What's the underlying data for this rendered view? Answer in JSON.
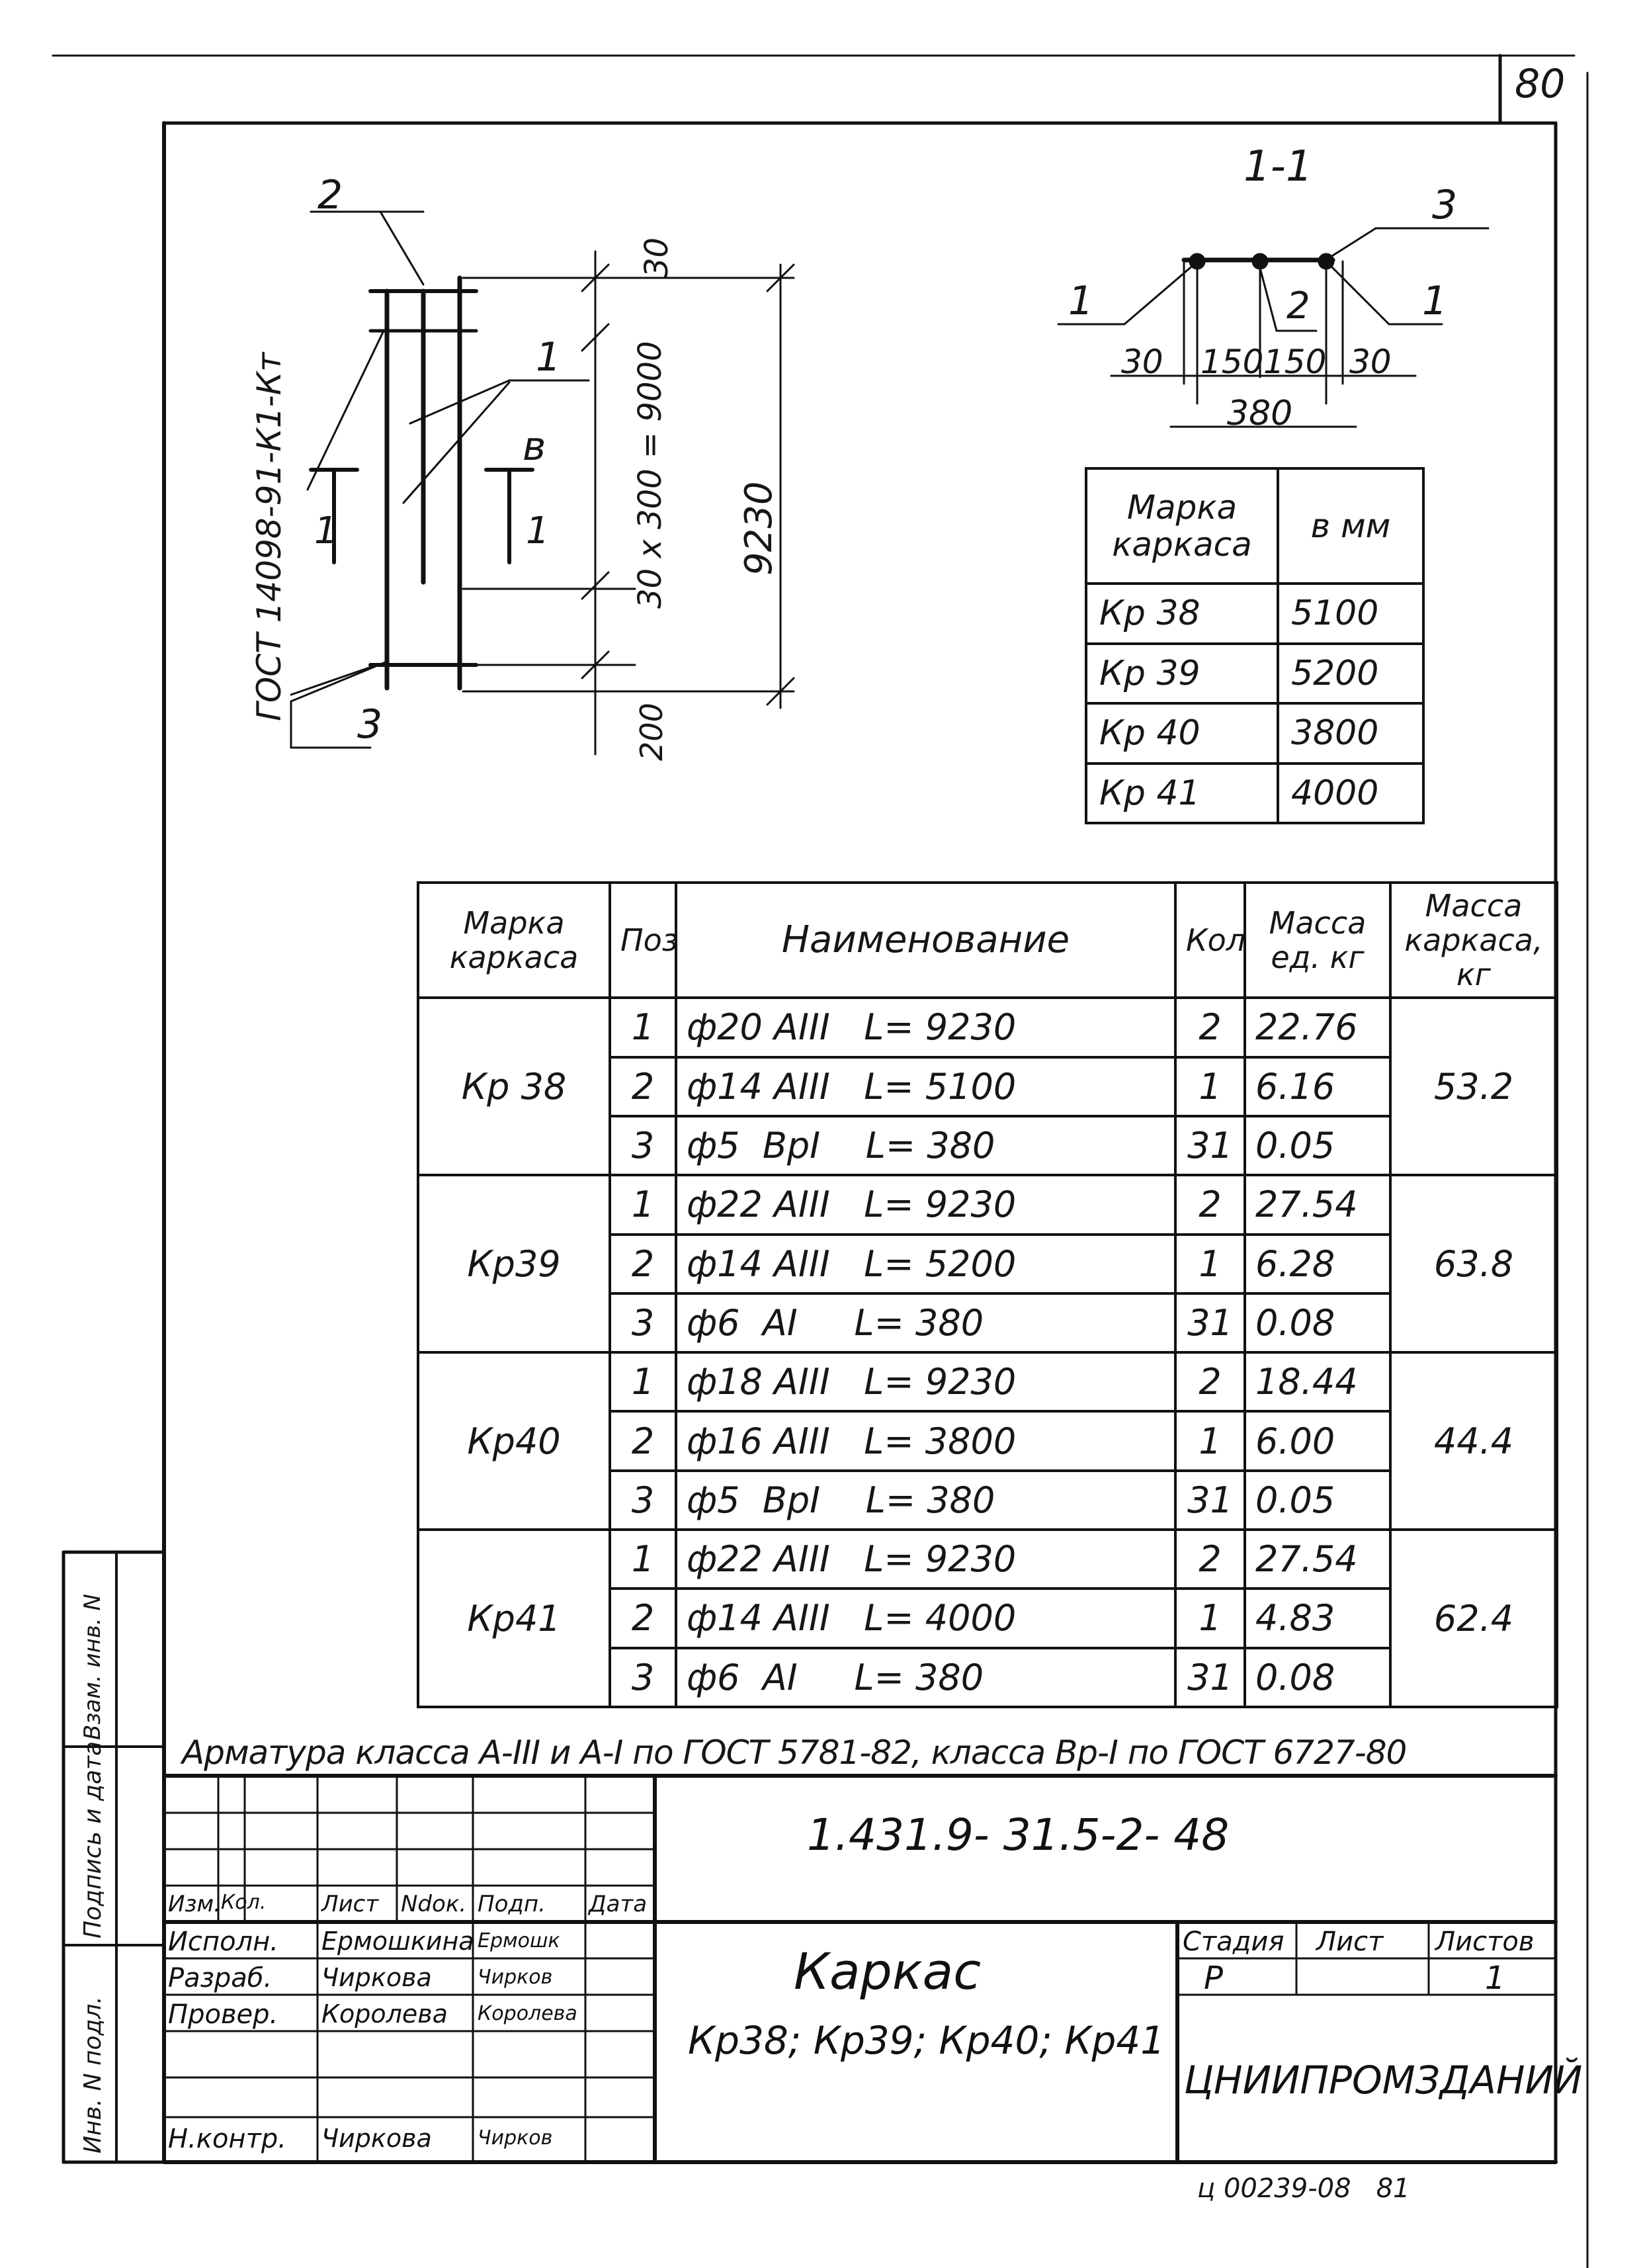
{
  "sheet_number": "80",
  "section_label": "1-1",
  "callouts": {
    "c1": "1",
    "c2": "2",
    "c3": "3"
  },
  "frame_elevation": {
    "side_note": "ГОСТ 14098-91-К1-Кт",
    "top_dim": "30",
    "middle_dim": "30 х 300 = 9000",
    "bottom_dim": "200",
    "total_dim": "9230",
    "b_label": "в",
    "callout_1": "1",
    "callout_2": "2",
    "callout_3": "3",
    "section_mark_left": "1",
    "section_mark_right": "1"
  },
  "section_view": {
    "dims": [
      "30",
      "150",
      "150",
      "30"
    ],
    "total": "380",
    "callout_1_left": "1",
    "callout_1_right": "1",
    "callout_2": "2",
    "callout_3": "3"
  },
  "types_table": {
    "headers": [
      "Марка каркаса",
      "в мм"
    ],
    "rows": [
      [
        "Кр 38",
        "5100"
      ],
      [
        "Кр 39",
        "5200"
      ],
      [
        "Кр 40",
        "3800"
      ],
      [
        "Кр 41",
        "4000"
      ]
    ]
  },
  "spec_table": {
    "headers": [
      "Марка каркаса",
      "Поз.",
      "Наименование",
      "Кол.",
      "Масса ед. кг",
      "Масса каркаса, кг"
    ],
    "groups": [
      {
        "mark": "Кр 38",
        "total": "53.2",
        "rows": [
          {
            "pos": "1",
            "name": "ф20 АIII   L= 9230",
            "qty": "2",
            "mass": "22.76"
          },
          {
            "pos": "2",
            "name": "ф14 АIII   L= 5100",
            "qty": "1",
            "mass": "6.16"
          },
          {
            "pos": "3",
            "name": "ф5  ВрI    L= 380",
            "qty": "31",
            "mass": "0.05"
          }
        ]
      },
      {
        "mark": "Кр39",
        "total": "63.8",
        "rows": [
          {
            "pos": "1",
            "name": "ф22 АIII   L= 9230",
            "qty": "2",
            "mass": "27.54"
          },
          {
            "pos": "2",
            "name": "ф14 АIII   L= 5200",
            "qty": "1",
            "mass": "6.28"
          },
          {
            "pos": "3",
            "name": "ф6  АI     L= 380",
            "qty": "31",
            "mass": "0.08"
          }
        ]
      },
      {
        "mark": "Кр40",
        "total": "44.4",
        "rows": [
          {
            "pos": "1",
            "name": "ф18 АIII   L= 9230",
            "qty": "2",
            "mass": "18.44"
          },
          {
            "pos": "2",
            "name": "ф16 АIII   L= 3800",
            "qty": "1",
            "mass": "6.00"
          },
          {
            "pos": "3",
            "name": "ф5  ВрI    L= 380",
            "qty": "31",
            "mass": "0.05"
          }
        ]
      },
      {
        "mark": "Кр41",
        "total": "62.4",
        "rows": [
          {
            "pos": "1",
            "name": "ф22 АIII   L= 9230",
            "qty": "2",
            "mass": "27.54"
          },
          {
            "pos": "2",
            "name": "ф14 АIII   L= 4000",
            "qty": "1",
            "mass": "4.83"
          },
          {
            "pos": "3",
            "name": "ф6  АI     L= 380",
            "qty": "31",
            "mass": "0.08"
          }
        ]
      }
    ]
  },
  "note": "Арматура класса А-III и А-I по ГОСТ 5781-82, класса Вр-I по ГОСТ 6727-80",
  "title_block": {
    "doc_code": "1.431.9- 31.5-2- 48",
    "title_line1": "Каркас",
    "title_line2": "Кр38; Кр39; Кр40; Кр41",
    "rev_headers": [
      "Изм.",
      "Кол.",
      "Лист",
      "Ndок.",
      "Подп.",
      "Дата"
    ],
    "people": [
      {
        "role": "Исполн.",
        "name": "Ермошкина",
        "sign": "Ермошк"
      },
      {
        "role": "Разраб.",
        "name": "Чиркова",
        "sign": "Чирков"
      },
      {
        "role": "Провер.",
        "name": "Королева",
        "sign": "Королева"
      },
      {
        "role": "Н.контр.",
        "name": "Чиркова",
        "sign": "Чирков"
      }
    ],
    "stage_headers": [
      "Стадия",
      "Лист",
      "Листов"
    ],
    "stage_values": [
      "Р",
      "",
      "1"
    ],
    "org": "ЦНИИПРОМЗДАНИЙ"
  },
  "left_stamp": [
    "Инв. N подл.",
    "Подпись и дата",
    "Взам. инв. N"
  ],
  "footer_code": "ц 00239-08   81"
}
